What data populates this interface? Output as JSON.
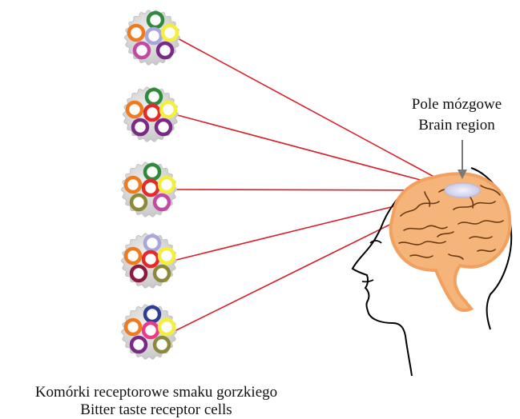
{
  "region_label": {
    "line1": "Pole mózgowe",
    "line2": "Brain region"
  },
  "cells_label": {
    "line1": "Komórki receptorowe smaku gorzkiego",
    "line2": "Bitter taste receptor cells"
  },
  "colors": {
    "connection_line": "#d8202a",
    "pointer_arrow": "#7a7a7a",
    "cell_fill": "#d9d9d9",
    "brain_fill": "#f4b47a",
    "brain_outline": "#f2a060",
    "brain_fold": "#6b3a12",
    "brain_region": "#d9d9f0",
    "head_outline": "#000000"
  },
  "cells": [
    {
      "id": 1,
      "receptors": [
        "green",
        "orange",
        "lavender",
        "yellow",
        "magenta",
        "purple"
      ]
    },
    {
      "id": 2,
      "receptors": [
        "green",
        "orange",
        "red",
        "yellow",
        "purple",
        "purple"
      ]
    },
    {
      "id": 3,
      "receptors": [
        "green",
        "orange",
        "red",
        "yellow",
        "olive",
        "magenta"
      ]
    },
    {
      "id": 4,
      "receptors": [
        "lavender",
        "orange",
        "red",
        "yellow",
        "maroon",
        "olive"
      ]
    },
    {
      "id": 5,
      "receptors": [
        "navy",
        "orange",
        "pink",
        "yellow",
        "purple",
        "olive"
      ]
    }
  ],
  "receptor_colors": {
    "green": "#2f8a3c",
    "orange": "#f07a1e",
    "lavender": "#a9a6dc",
    "yellow": "#f3ef3a",
    "magenta": "#c24aa2",
    "purple": "#7a2a86",
    "red": "#e32b2b",
    "olive": "#8c8a3a",
    "maroon": "#8a1a3e",
    "navy": "#2f3f8f",
    "pink": "#e83c8a"
  }
}
